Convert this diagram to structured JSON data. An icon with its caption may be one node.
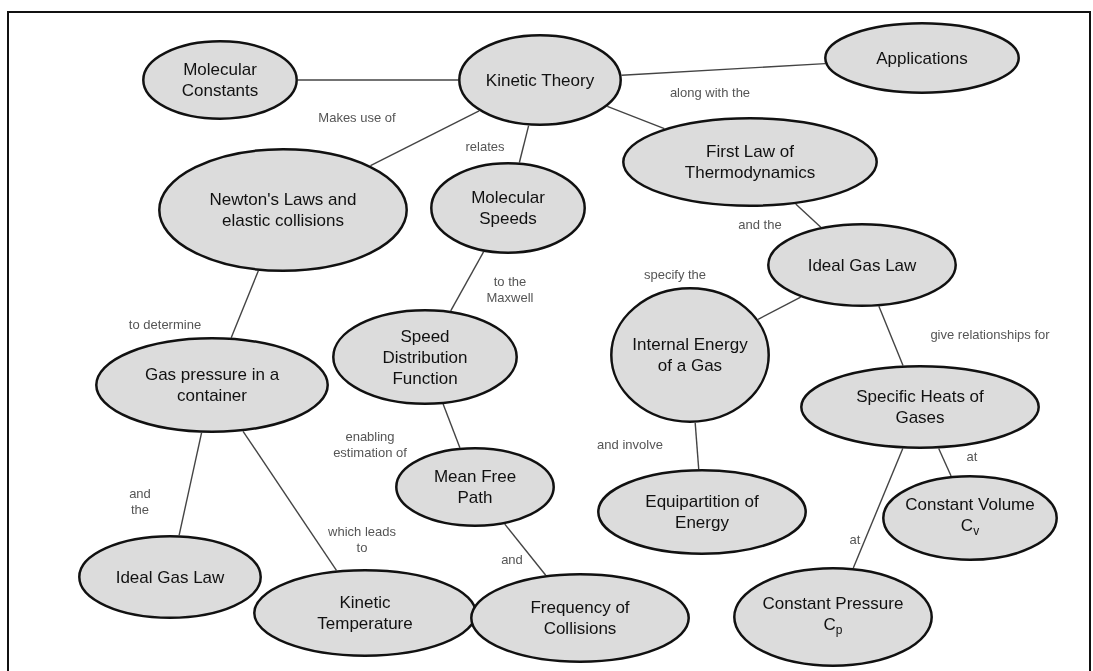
{
  "diagram": {
    "nodes": [
      {
        "text": [
          "Kinetic Theory"
        ]
      },
      {
        "text": [
          "Molecular Constants"
        ]
      },
      {
        "text": [
          "Applications"
        ]
      },
      {
        "text": [
          "Newton's Laws and elastic collisions"
        ]
      },
      {
        "text": [
          "Molecular Speeds"
        ]
      },
      {
        "text": [
          "First Law of Thermodynamics"
        ]
      },
      {
        "text": [
          "Ideal Gas Law"
        ]
      },
      {
        "text": [
          "Speed Distribution Function"
        ]
      },
      {
        "text": [
          "Gas pressure in a container"
        ]
      },
      {
        "text": [
          "Internal Energy of a Gas"
        ]
      },
      {
        "text": [
          "Specific Heats of Gases"
        ]
      },
      {
        "text": [
          "Mean Free Path"
        ]
      },
      {
        "text": [
          "Equipartition of Energy"
        ]
      },
      {
        "text": [
          "Ideal Gas Law"
        ]
      },
      {
        "text": [
          "Kinetic Temperature"
        ]
      },
      {
        "text": [
          "Frequency of Collisions"
        ]
      },
      {
        "text": [
          "Constant Volume C$_{v}$"
        ]
      },
      {
        "text": [
          "Constant Pressure C$_{p}$"
        ]
      }
    ],
    "edges": [
      {
        "from": 0,
        "to": 1,
        "arrow": "none"
      },
      {
        "from": 0,
        "to": 2,
        "arrow": "none"
      },
      {
        "from": 0,
        "to": 3,
        "arrow": "none",
        "label": "Makes use of"
      },
      {
        "from": 0,
        "to": 4,
        "arrow": "none",
        "label": "relates"
      },
      {
        "from": 0,
        "to": 5,
        "arrow": "none",
        "label": "along with the"
      },
      {
        "from": 5,
        "to": 6,
        "arrow": "none",
        "label": "and the"
      },
      {
        "from": 6,
        "to": 9,
        "arrow": "none",
        "label": "specify the"
      },
      {
        "from": 6,
        "to": 10,
        "arrow": "none",
        "label": "give relationships for"
      },
      {
        "from": 3,
        "to": 8,
        "arrow": "none",
        "label": "to determine"
      },
      {
        "from": 4,
        "to": 7,
        "arrow": "none",
        "label": "to the Maxwell"
      },
      {
        "from": 7,
        "to": 11,
        "arrow": "none",
        "label": "enabling estimation of"
      },
      {
        "from": 8,
        "to": 13,
        "arrow": "none",
        "label": "and the"
      },
      {
        "from": 8,
        "to": 14,
        "arrow": "none",
        "label": "which leads to"
      },
      {
        "from": 11,
        "to": 15,
        "arrow": "none",
        "label": "and"
      },
      {
        "from": 9,
        "to": 12,
        "arrow": "none",
        "label": "and involve"
      },
      {
        "from": 10,
        "to": 16,
        "arrow": "none",
        "label": "at"
      },
      {
        "from": 10,
        "to": 17,
        "arrow": "none",
        "label": "at"
      }
    ]
  }
}
